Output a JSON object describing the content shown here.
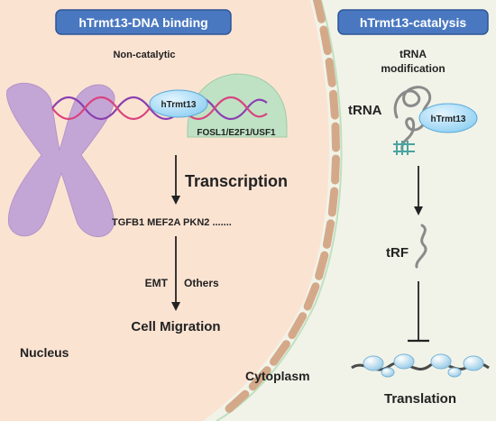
{
  "header_left": "hTrmt13-DNA binding",
  "header_right": "hTrmt13-catalysis",
  "non_catalytic": "Non-catalytic",
  "enzyme_label": "hTrmt13",
  "tf_label": "FOSL1/E2F1/USF1",
  "transcription": "Transcription",
  "genes": "TGFB1  MEF2A  PKN2 .......",
  "emt": "EMT",
  "others": "Others",
  "cell_migration": "Cell Migration",
  "nucleus": "Nucleus",
  "cytoplasm": "Cytoplasm",
  "trna_modification_1": "tRNA",
  "trna_modification_2": "modification",
  "trna": "tRNA",
  "trf": "tRF",
  "translation": "Translation",
  "colors": {
    "nucleus_fill": "#fbe3d2",
    "cytoplasm_fill": "#f1f3e8",
    "envelope": "#d4a98a",
    "enzyme": "#a9dcf5",
    "chromosome": "#c4a6d6",
    "tf_blob": "#bfe2c4",
    "header_fill": "#4a78c0"
  }
}
